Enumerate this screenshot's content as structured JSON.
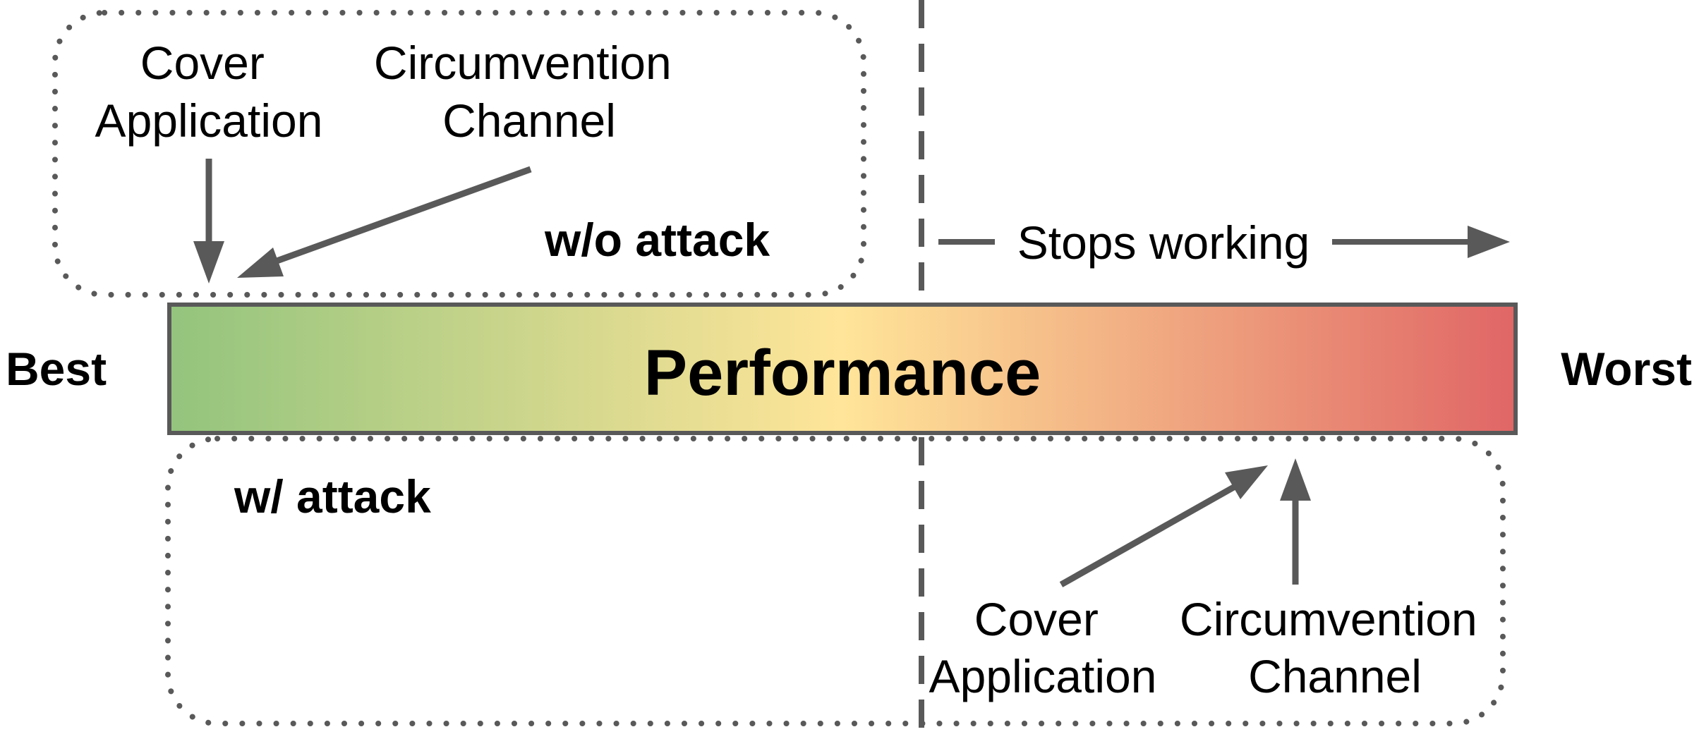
{
  "labels": {
    "best": "Best",
    "worst": "Worst",
    "performance": "Performance",
    "stops_working": "Stops working",
    "without_attack": "w/o attack",
    "with_attack": "w/ attack",
    "top_cover_application": [
      "Cover",
      "Application"
    ],
    "top_circumvention_channel": [
      "Circumvention",
      "Channel"
    ],
    "bottom_cover_application": [
      "Cover",
      "Application"
    ],
    "bottom_circumvention_channel": [
      "Circumvention",
      "Channel"
    ]
  },
  "colors": {
    "gradient_start": "#93c47d",
    "gradient_mid": "#ffe599",
    "gradient_end": "#e06666",
    "bar_border": "#595959",
    "arrow": "#595959",
    "dotted_box": "#595959",
    "dashed_divider": "#595959",
    "text": "#000000"
  }
}
